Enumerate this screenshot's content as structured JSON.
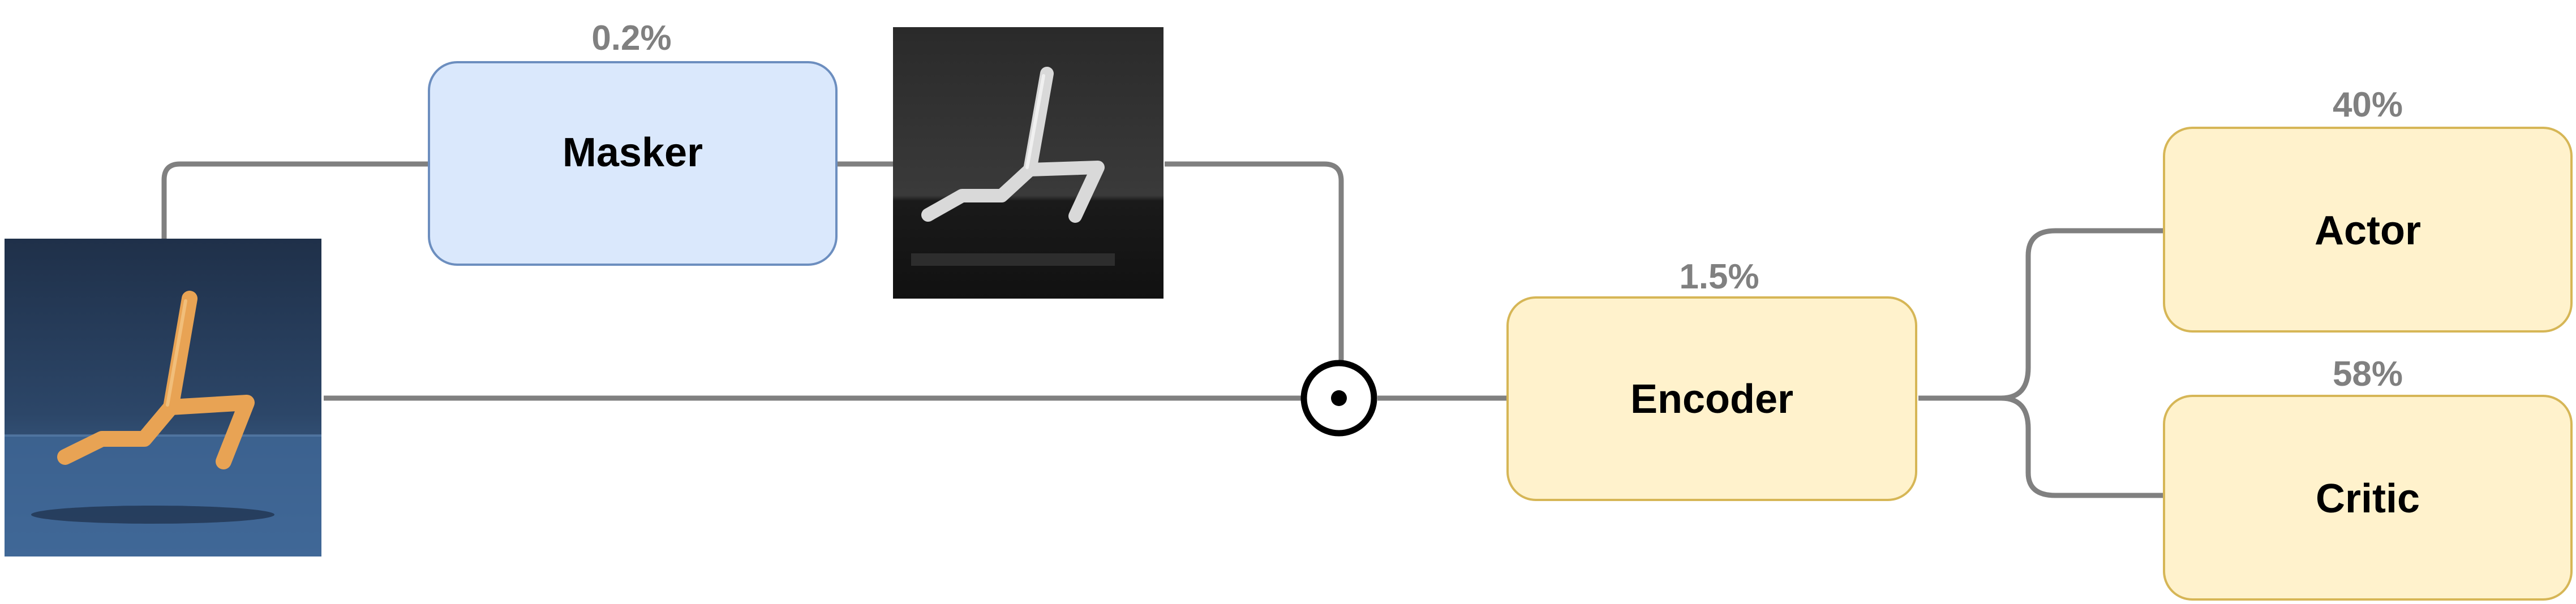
{
  "nodes": {
    "masker": {
      "label": "Masker",
      "percent": "0.2%"
    },
    "encoder": {
      "label": "Encoder",
      "percent": "1.5%"
    },
    "actor": {
      "label": "Actor",
      "percent": "40%"
    },
    "critic": {
      "label": "Critic",
      "percent": "58%"
    }
  },
  "images": {
    "input": "input-observation-image",
    "masked": "masked-observation-image"
  },
  "operator": {
    "symbol": "element-wise-product-icon"
  },
  "colors": {
    "masker_fill": "#dae8fc",
    "masker_stroke": "#6c8ebf",
    "block_fill": "#fff2cc",
    "block_stroke": "#d6b656",
    "arrow": "#808080",
    "percent_text": "#808080",
    "agent": "#e8a354",
    "input_bg_top": "#233650",
    "input_bg_bottom": "#3b6290",
    "masked_bg": "#2e2e2e"
  }
}
